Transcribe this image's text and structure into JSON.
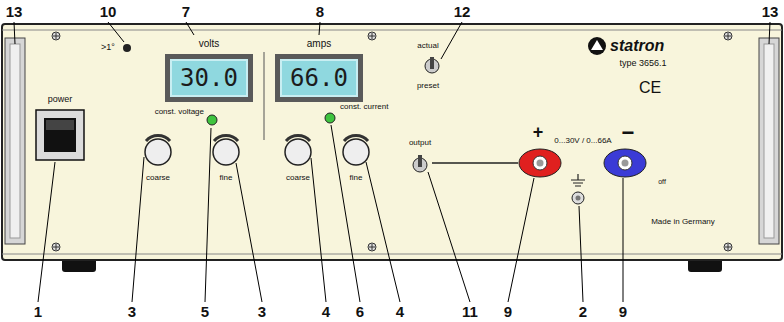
{
  "diagram": {
    "nodes": [
      {
        "text": [
          "volts",
          "30.0"
        ]
      },
      {
        "text": [
          "amps",
          "66.0"
        ]
      }
    ],
    "labels": [
      "13",
      "10",
      "7",
      "8",
      "12",
      "13",
      "1",
      "3",
      "5",
      "3",
      "4",
      "6",
      "4",
      "11",
      "9",
      "2",
      "9",
      ">1°",
      "power",
      "const. voltage",
      "const. current",
      "coarse",
      "fine",
      "coarse",
      "fine",
      "output",
      "actual",
      "preset",
      "statron",
      "type 3656.1",
      "CE",
      "+",
      "−",
      "0...30V / 0...66A",
      "off",
      "Made in Germany"
    ]
  }
}
